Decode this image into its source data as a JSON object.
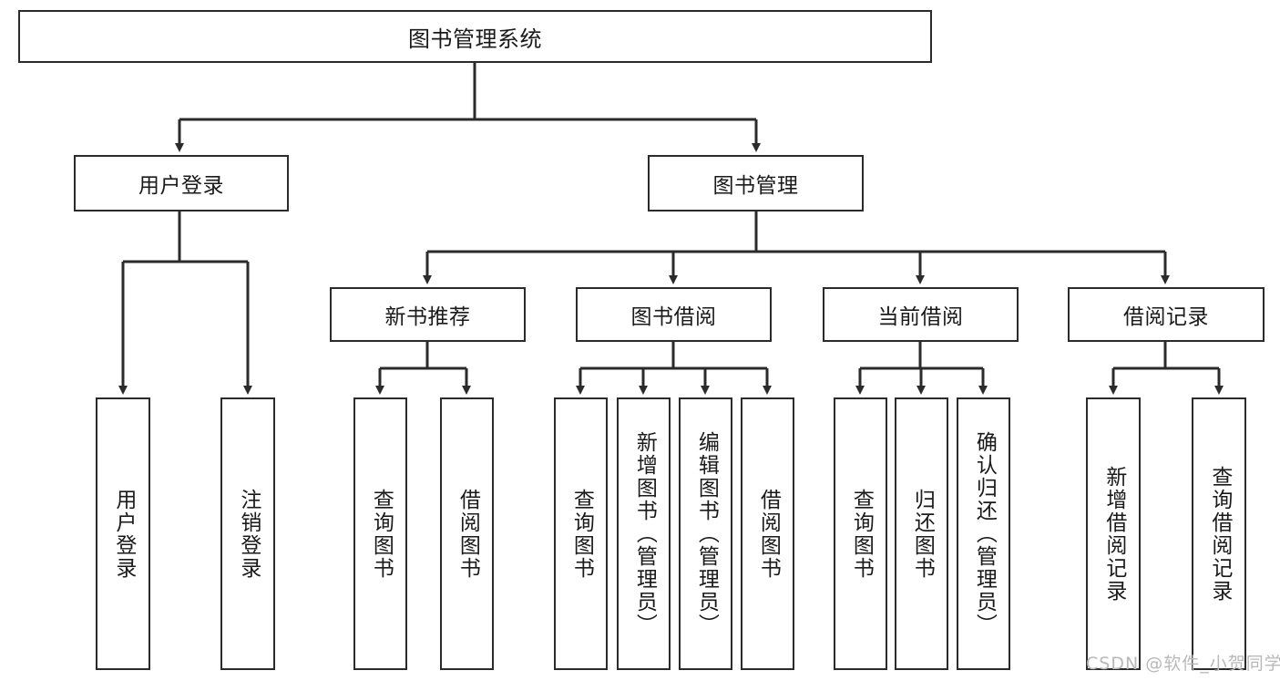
{
  "diagram": {
    "title": "图书管理系统",
    "type": "hierarchy-tree",
    "watermark": "CSDN @软件_小贺同学",
    "colors": {
      "box_border": "#2b2b2b",
      "box_fill": "#ffffff",
      "edge": "#2b2b2b",
      "text": "#1a1a1a",
      "watermark": "#b9b9b9"
    },
    "nodes": {
      "root": {
        "label": "图书管理系统",
        "level": 1,
        "orientation": "horizontal"
      },
      "user_login": {
        "label": "用户登录",
        "level": 2,
        "orientation": "horizontal"
      },
      "book_manage": {
        "label": "图书管理",
        "level": 2,
        "orientation": "horizontal"
      },
      "new_book_rec": {
        "label": "新书推荐",
        "level": 3,
        "orientation": "horizontal"
      },
      "book_borrow": {
        "label": "图书借阅",
        "level": 3,
        "orientation": "horizontal"
      },
      "current_borrow": {
        "label": "当前借阅",
        "level": 3,
        "orientation": "horizontal"
      },
      "borrow_record": {
        "label": "借阅记录",
        "level": 3,
        "orientation": "horizontal"
      },
      "leaf_user_login": {
        "label": "用户登录",
        "level": 3,
        "orientation": "vertical"
      },
      "leaf_logout": {
        "label": "注销登录",
        "level": 3,
        "orientation": "vertical"
      },
      "leaf_query_book_1": {
        "label": "查询图书",
        "level": 4,
        "orientation": "vertical"
      },
      "leaf_borrow_book_1": {
        "label": "借阅图书",
        "level": 4,
        "orientation": "vertical"
      },
      "leaf_query_book_2": {
        "label": "查询图书",
        "level": 4,
        "orientation": "vertical"
      },
      "leaf_add_book": {
        "label": "新增图书（管理员）",
        "level": 4,
        "orientation": "vertical"
      },
      "leaf_edit_book": {
        "label": "编辑图书（管理员）",
        "level": 4,
        "orientation": "vertical"
      },
      "leaf_borrow_book_2": {
        "label": "借阅图书",
        "level": 4,
        "orientation": "vertical"
      },
      "leaf_query_book_3": {
        "label": "查询图书",
        "level": 4,
        "orientation": "vertical"
      },
      "leaf_return_book": {
        "label": "归还图书",
        "level": 4,
        "orientation": "vertical"
      },
      "leaf_confirm_return": {
        "label": "确认归还（管理员）",
        "level": 4,
        "orientation": "vertical"
      },
      "leaf_add_record": {
        "label": "新增借阅记录",
        "level": 4,
        "orientation": "vertical"
      },
      "leaf_query_record": {
        "label": "查询借阅记录",
        "level": 4,
        "orientation": "vertical"
      }
    }
  }
}
